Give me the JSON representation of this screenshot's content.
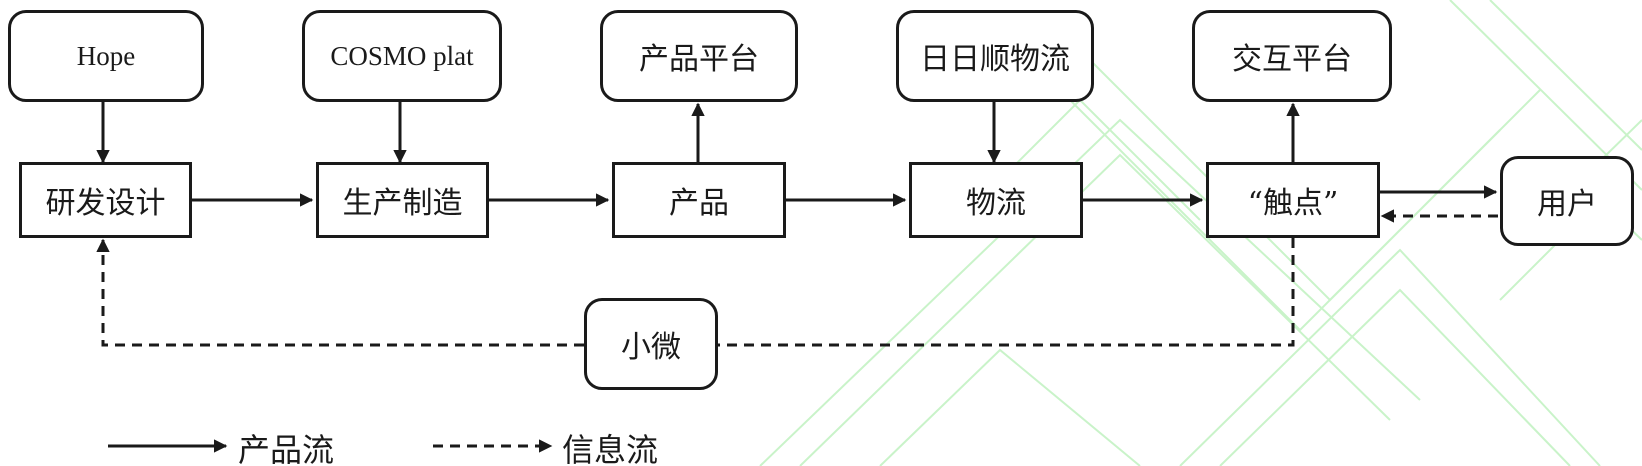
{
  "diagram": {
    "top_nodes": {
      "hope": "Hope",
      "cosmo": "COSMO plat",
      "product_platform": "产品平台",
      "rrs_logistics": "日日顺物流",
      "interaction_platform": "交互平台"
    },
    "chain_nodes": {
      "rd_design": "研发设计",
      "manufacturing": "生产制造",
      "product": "产品",
      "logistics": "物流",
      "touchpoint": "“触点”"
    },
    "user": "用户",
    "xiaowei": "小微",
    "legend": {
      "product_flow": "产品流",
      "info_flow": "信息流"
    }
  },
  "colors": {
    "stroke": "#1a1a1a",
    "watermark": "#c9f3c9"
  }
}
